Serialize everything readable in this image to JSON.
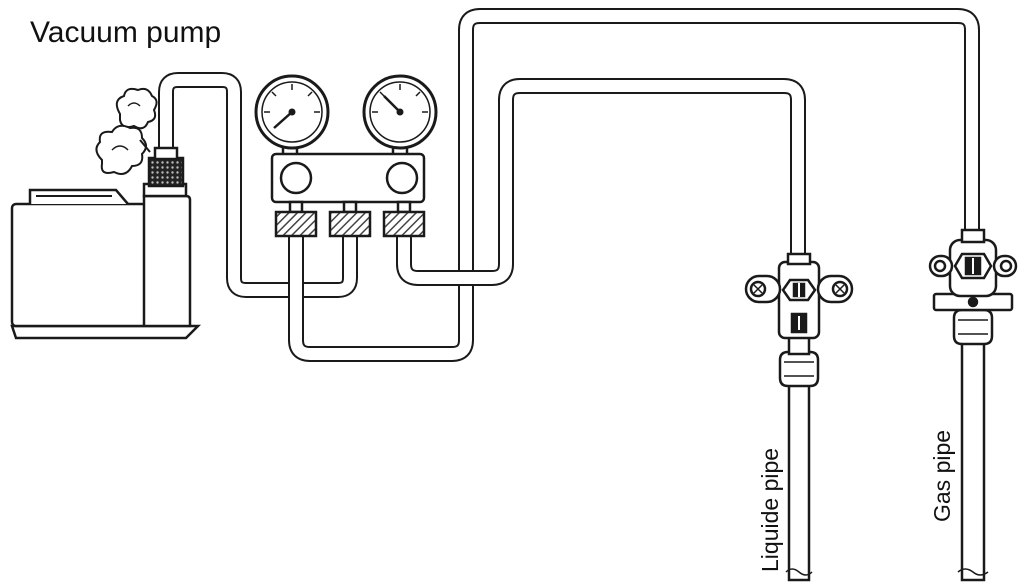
{
  "labels": {
    "vacuum_pump": "Vacuum pump",
    "liquide_pipe": "Liquide pipe",
    "gas_pipe": "Gas pipe"
  },
  "colors": {
    "stroke": "#1a1a1a",
    "hatch": "#555555",
    "background": "#ffffff"
  }
}
